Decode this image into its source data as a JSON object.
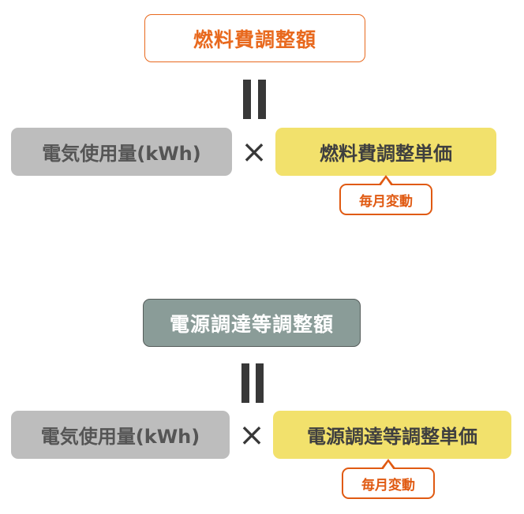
{
  "section1": {
    "result_label": "燃料費調整額",
    "usage_label": "電気使用量(kWh)",
    "operator": "×",
    "unit_label": "燃料費調整単価",
    "note": "毎月変動"
  },
  "section2": {
    "result_label": "電源調達等調整額",
    "usage_label": "電気使用量(kWh)",
    "operator": "×",
    "unit_label": "電源調達等調整単価",
    "note": "毎月変動"
  },
  "colors": {
    "fuel_accent": "#e8691e",
    "procurement_box": "#8a9c98",
    "usage_box": "#bdbdbd",
    "unit_box": "#f2e16c",
    "note_border": "#e05a12",
    "symbol": "#383838"
  }
}
